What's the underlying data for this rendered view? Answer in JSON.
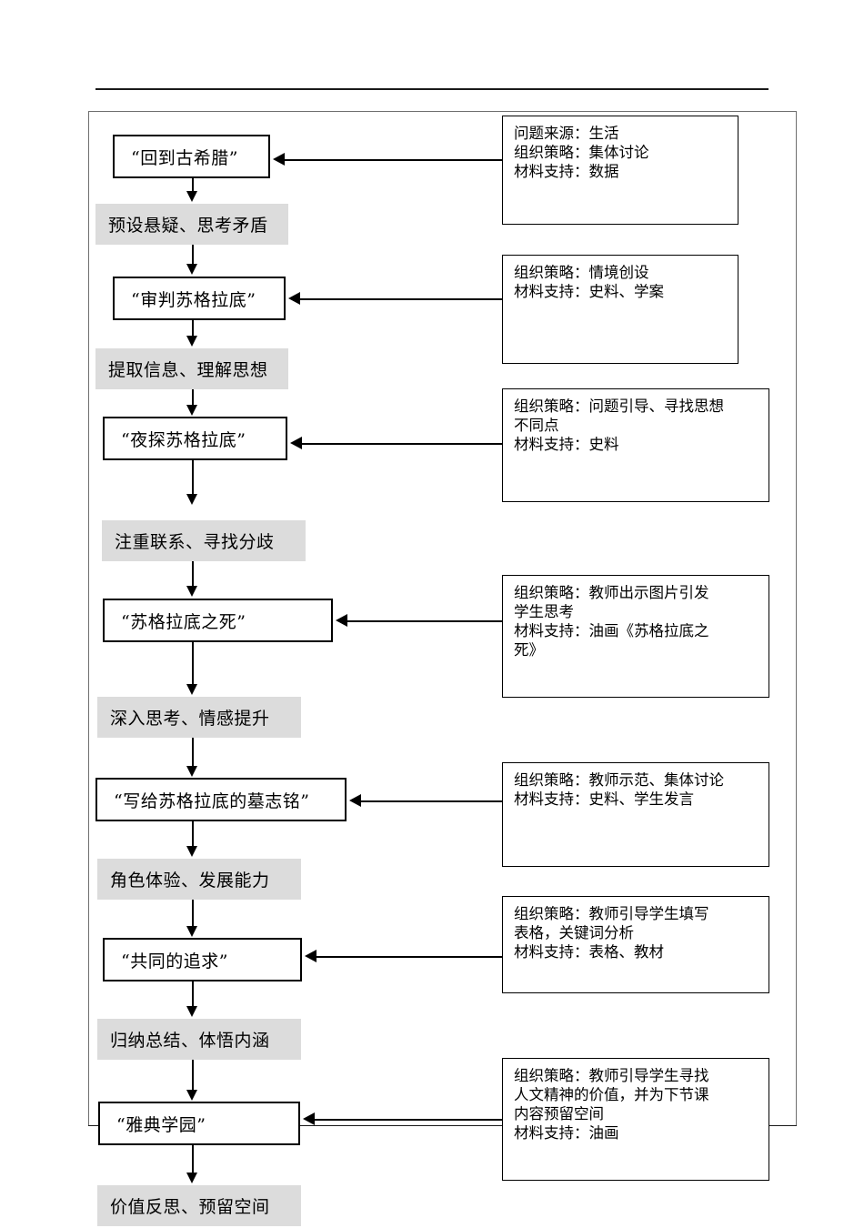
{
  "page": {
    "title_rule": "horizontal-rule"
  },
  "flow": {
    "nodes": [
      {
        "id": "node-1",
        "label": "“回到古希腊”"
      },
      {
        "id": "node-2",
        "label": "“审判苏格拉底”"
      },
      {
        "id": "node-3",
        "label": "“夜探苏格拉底”"
      },
      {
        "id": "node-4",
        "label": "“苏格拉底之死”"
      },
      {
        "id": "node-5",
        "label": "“写给苏格拉底的墓志铭”"
      },
      {
        "id": "node-6",
        "label": "“共同的追求”"
      },
      {
        "id": "node-7",
        "label": "“雅典学园”"
      }
    ],
    "gray_notes": [
      {
        "id": "gray-1",
        "label": "预设悬疑、思考矛盾"
      },
      {
        "id": "gray-2",
        "label": "提取信息、理解思想"
      },
      {
        "id": "gray-3",
        "label": "注重联系、寻找分歧"
      },
      {
        "id": "gray-4",
        "label": "深入思考、情感提升"
      },
      {
        "id": "gray-5",
        "label": "角色体验、发展能力"
      },
      {
        "id": "gray-6",
        "label": "归纳总结、体悟内涵"
      },
      {
        "id": "gray-7",
        "label": "价值反思、预留空间"
      }
    ],
    "annotations": [
      {
        "id": "annot-1",
        "lines": [
          "问题来源：生活",
          "组织策略：集体讨论",
          "材料支持：数据"
        ]
      },
      {
        "id": "annot-2",
        "lines": [
          "组织策略：情境创设",
          "材料支持：史料、学案"
        ]
      },
      {
        "id": "annot-3",
        "lines": [
          "组织策略：问题引导、寻找思想",
          "不同点",
          "材料支持：史料"
        ]
      },
      {
        "id": "annot-4",
        "lines": [
          "组织策略：教师出示图片引发",
          "学生思考",
          "材料支持：油画《苏格拉底之",
          "死》"
        ]
      },
      {
        "id": "annot-5",
        "lines": [
          "组织策略：教师示范、集体讨论",
          "材料支持：史料、学生发言"
        ]
      },
      {
        "id": "annot-6",
        "lines": [
          "组织策略：教师引导学生填写",
          "表格，关键词分析",
          "材料支持：表格、教材"
        ]
      },
      {
        "id": "annot-7",
        "lines": [
          "组织策略：教师引导学生寻找",
          "人文精神的价值，并为下节课",
          "内容预留空间",
          "材料支持：油画"
        ]
      }
    ]
  },
  "colors": {
    "gray_fill": "#dcdcdc",
    "line": "#000000",
    "frame": "#6e6e6e"
  }
}
